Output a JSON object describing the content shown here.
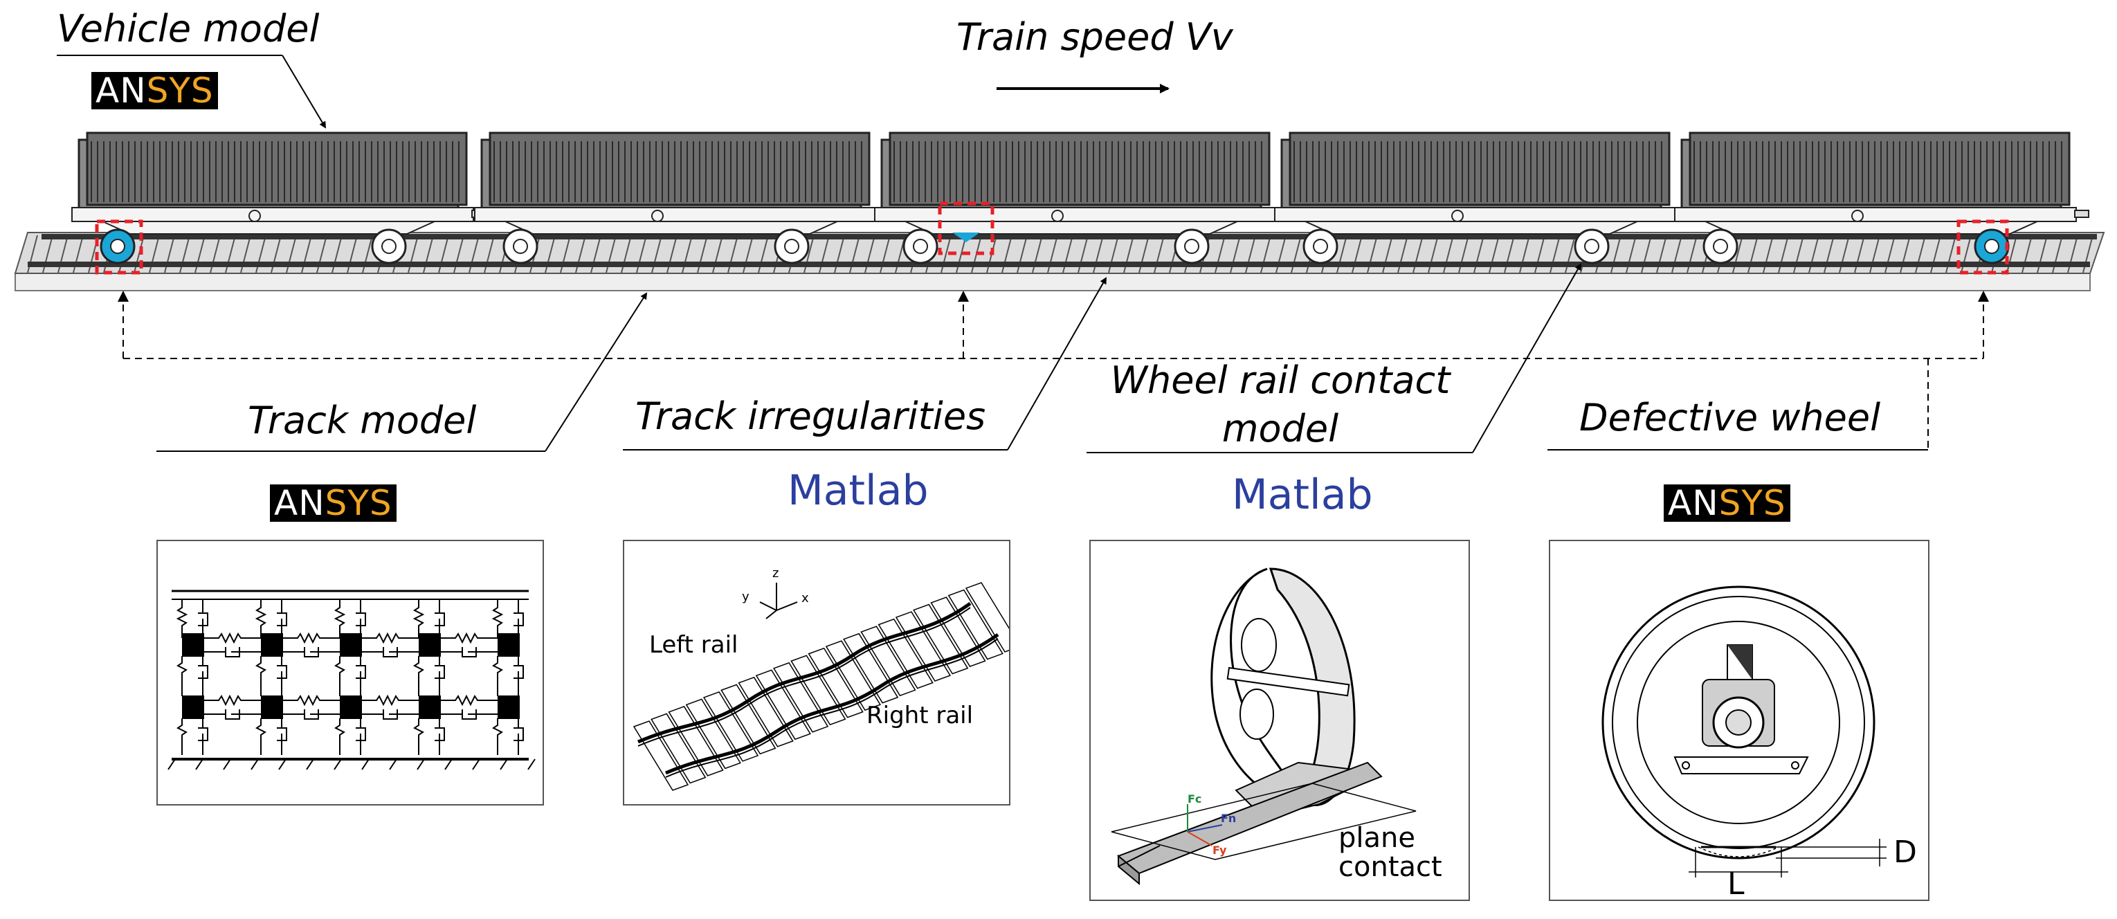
{
  "labels": {
    "vehicle_model": "Vehicle model",
    "train_speed": "Train speed Vv",
    "track_model": "Track model",
    "track_irregularities": "Track irregularities",
    "wheel_rail_contact_line1": "Wheel rail contact",
    "wheel_rail_contact_line2": "model",
    "defective_wheel": "Defective wheel"
  },
  "logo": {
    "an": "AN",
    "sys": "SYS"
  },
  "tools": {
    "matlab_irregularities": "Matlab",
    "matlab_contact": "Matlab"
  },
  "panel_irregularities": {
    "left_rail": "Left rail",
    "right_rail": "Right rail",
    "axis_z": "z",
    "axis_y": "y",
    "axis_x": "x"
  },
  "panel_contact": {
    "plane": "plane",
    "contact": "contact",
    "fc": "Fc",
    "fn": "Fn",
    "fy": "Fy"
  },
  "panel_wheel": {
    "d": "D",
    "l": "L"
  },
  "colors": {
    "ansys_orange": "#f0a523",
    "matlab_blue": "#2b3f9e",
    "highlight_red": "#e8202a",
    "wheel_cyan": "#1aa6d6"
  }
}
